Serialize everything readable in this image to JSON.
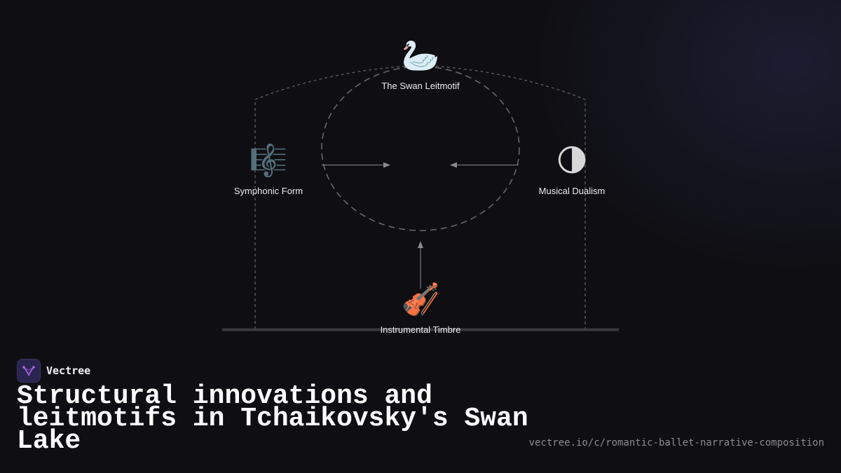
{
  "diagram": {
    "nodes": [
      {
        "id": "swan",
        "icon": "swan-icon",
        "emoji": "🦢",
        "label": "The Swan Leitmotif"
      },
      {
        "id": "symphonic",
        "icon": "treble-clef-icon",
        "emoji": "🎼",
        "label": "Symphonic Form"
      },
      {
        "id": "dualism",
        "icon": "half-moon-icon",
        "emoji": "🌗",
        "label": "Musical Dualism"
      },
      {
        "id": "timbre",
        "icon": "violin-icon",
        "emoji": "🎻",
        "label": "Instrumental Timbre"
      }
    ],
    "edges": [
      {
        "from": "symphonic",
        "to": "swan"
      },
      {
        "from": "dualism",
        "to": "swan"
      },
      {
        "from": "timbre",
        "to": "swan"
      }
    ]
  },
  "brand": {
    "name": "Vectree",
    "logo_icon": "vectree-logo-icon",
    "accent": "#a050e0"
  },
  "page": {
    "title": "Structural innovations and leitmotifs in Tchaikovsky's Swan Lake",
    "url": "vectree.io/c/romantic-ballet-narrative-composition"
  },
  "colors": {
    "background": "#0f0f13",
    "text": "#ececec",
    "muted": "#8a8a90",
    "lines": "#6a6a70"
  }
}
